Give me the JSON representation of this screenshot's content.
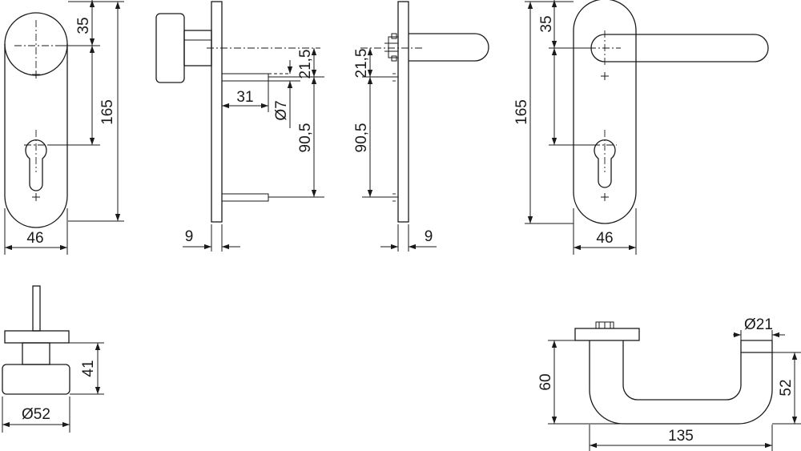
{
  "views": {
    "knob_plate_front": {
      "dims": {
        "top_offset": "35",
        "height": "165",
        "width": "46"
      }
    },
    "knob_plate_side": {
      "dims": {
        "plate_thickness": "9",
        "pin_length": "31",
        "pin_diameter": "Ø7",
        "pin_top": "21,5",
        "pin_spacing": "90,5"
      }
    },
    "lever_plate_side": {
      "dims": {
        "pin_top": "21,5",
        "pin_spacing": "90,5",
        "plate_thickness": "9"
      }
    },
    "lever_plate_front": {
      "dims": {
        "top_offset": "35",
        "height": "165",
        "width": "46"
      }
    },
    "knob_detail": {
      "dims": {
        "height": "41",
        "diameter": "Ø52"
      }
    },
    "lever_detail": {
      "dims": {
        "diameter": "Ø21",
        "height": "60",
        "inner_height": "52",
        "length": "135"
      }
    }
  }
}
